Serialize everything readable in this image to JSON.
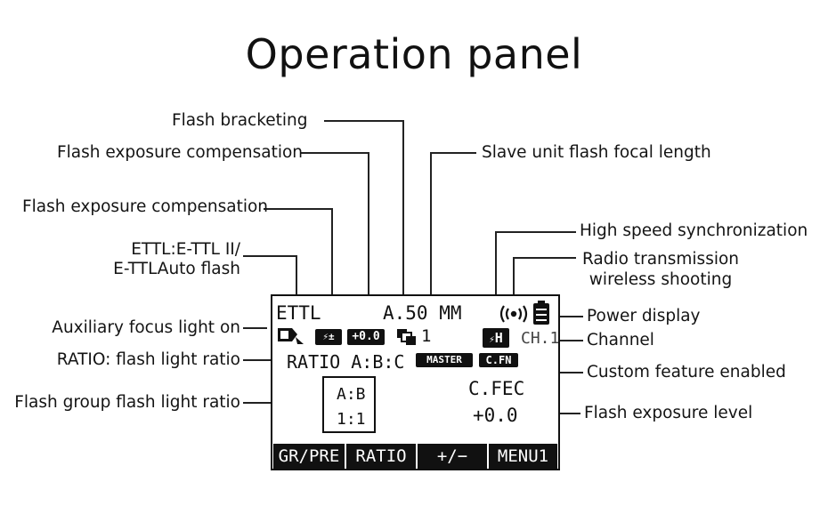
{
  "title": "Operation panel",
  "callouts": {
    "flash_bracketing": "Flash bracketing",
    "flash_exposure_compensation_1": "Flash exposure compensation",
    "flash_exposure_compensation_2": "Flash exposure compensation",
    "slave_focal_length": "Slave unit flash focal length",
    "ettl_line1": "ETTL:E-TTL II/",
    "ettl_line2": "E-TTLAuto flash",
    "auxiliary_focus": "Auxiliary focus light on",
    "ratio": "RATIO: flash light ratio",
    "group_ratio": "Flash group flash light ratio",
    "high_speed_sync": "High speed synchronization",
    "radio_line1": "Radio transmission",
    "radio_line2": "wireless shooting",
    "power_display": "Power display",
    "channel": "Channel",
    "custom_feature": "Custom feature enabled",
    "flash_exposure_level": "Flash exposure level"
  },
  "display": {
    "mode": "ETTL",
    "zoom": "A.50 MM",
    "fec_badge": "+0.0",
    "bracket_count": "1",
    "channel": "CH.1",
    "hss_badge": "H",
    "ratio_label": "RATIO A:B:C",
    "master_badge": "MASTER",
    "cfn_badge": "C.FN",
    "cfec_label": "C.FEC",
    "cfec_value": "+0.0",
    "group_box_top": "A:B",
    "group_box_bottom": "1:1",
    "function_buttons": [
      "GR/PRE",
      "RATIO",
      "+/−",
      "MENU1"
    ]
  },
  "icons": [
    "focus-assist-icon",
    "fec-icon",
    "bracketing-icon",
    "radio-icon",
    "battery-icon",
    "hss-icon"
  ]
}
